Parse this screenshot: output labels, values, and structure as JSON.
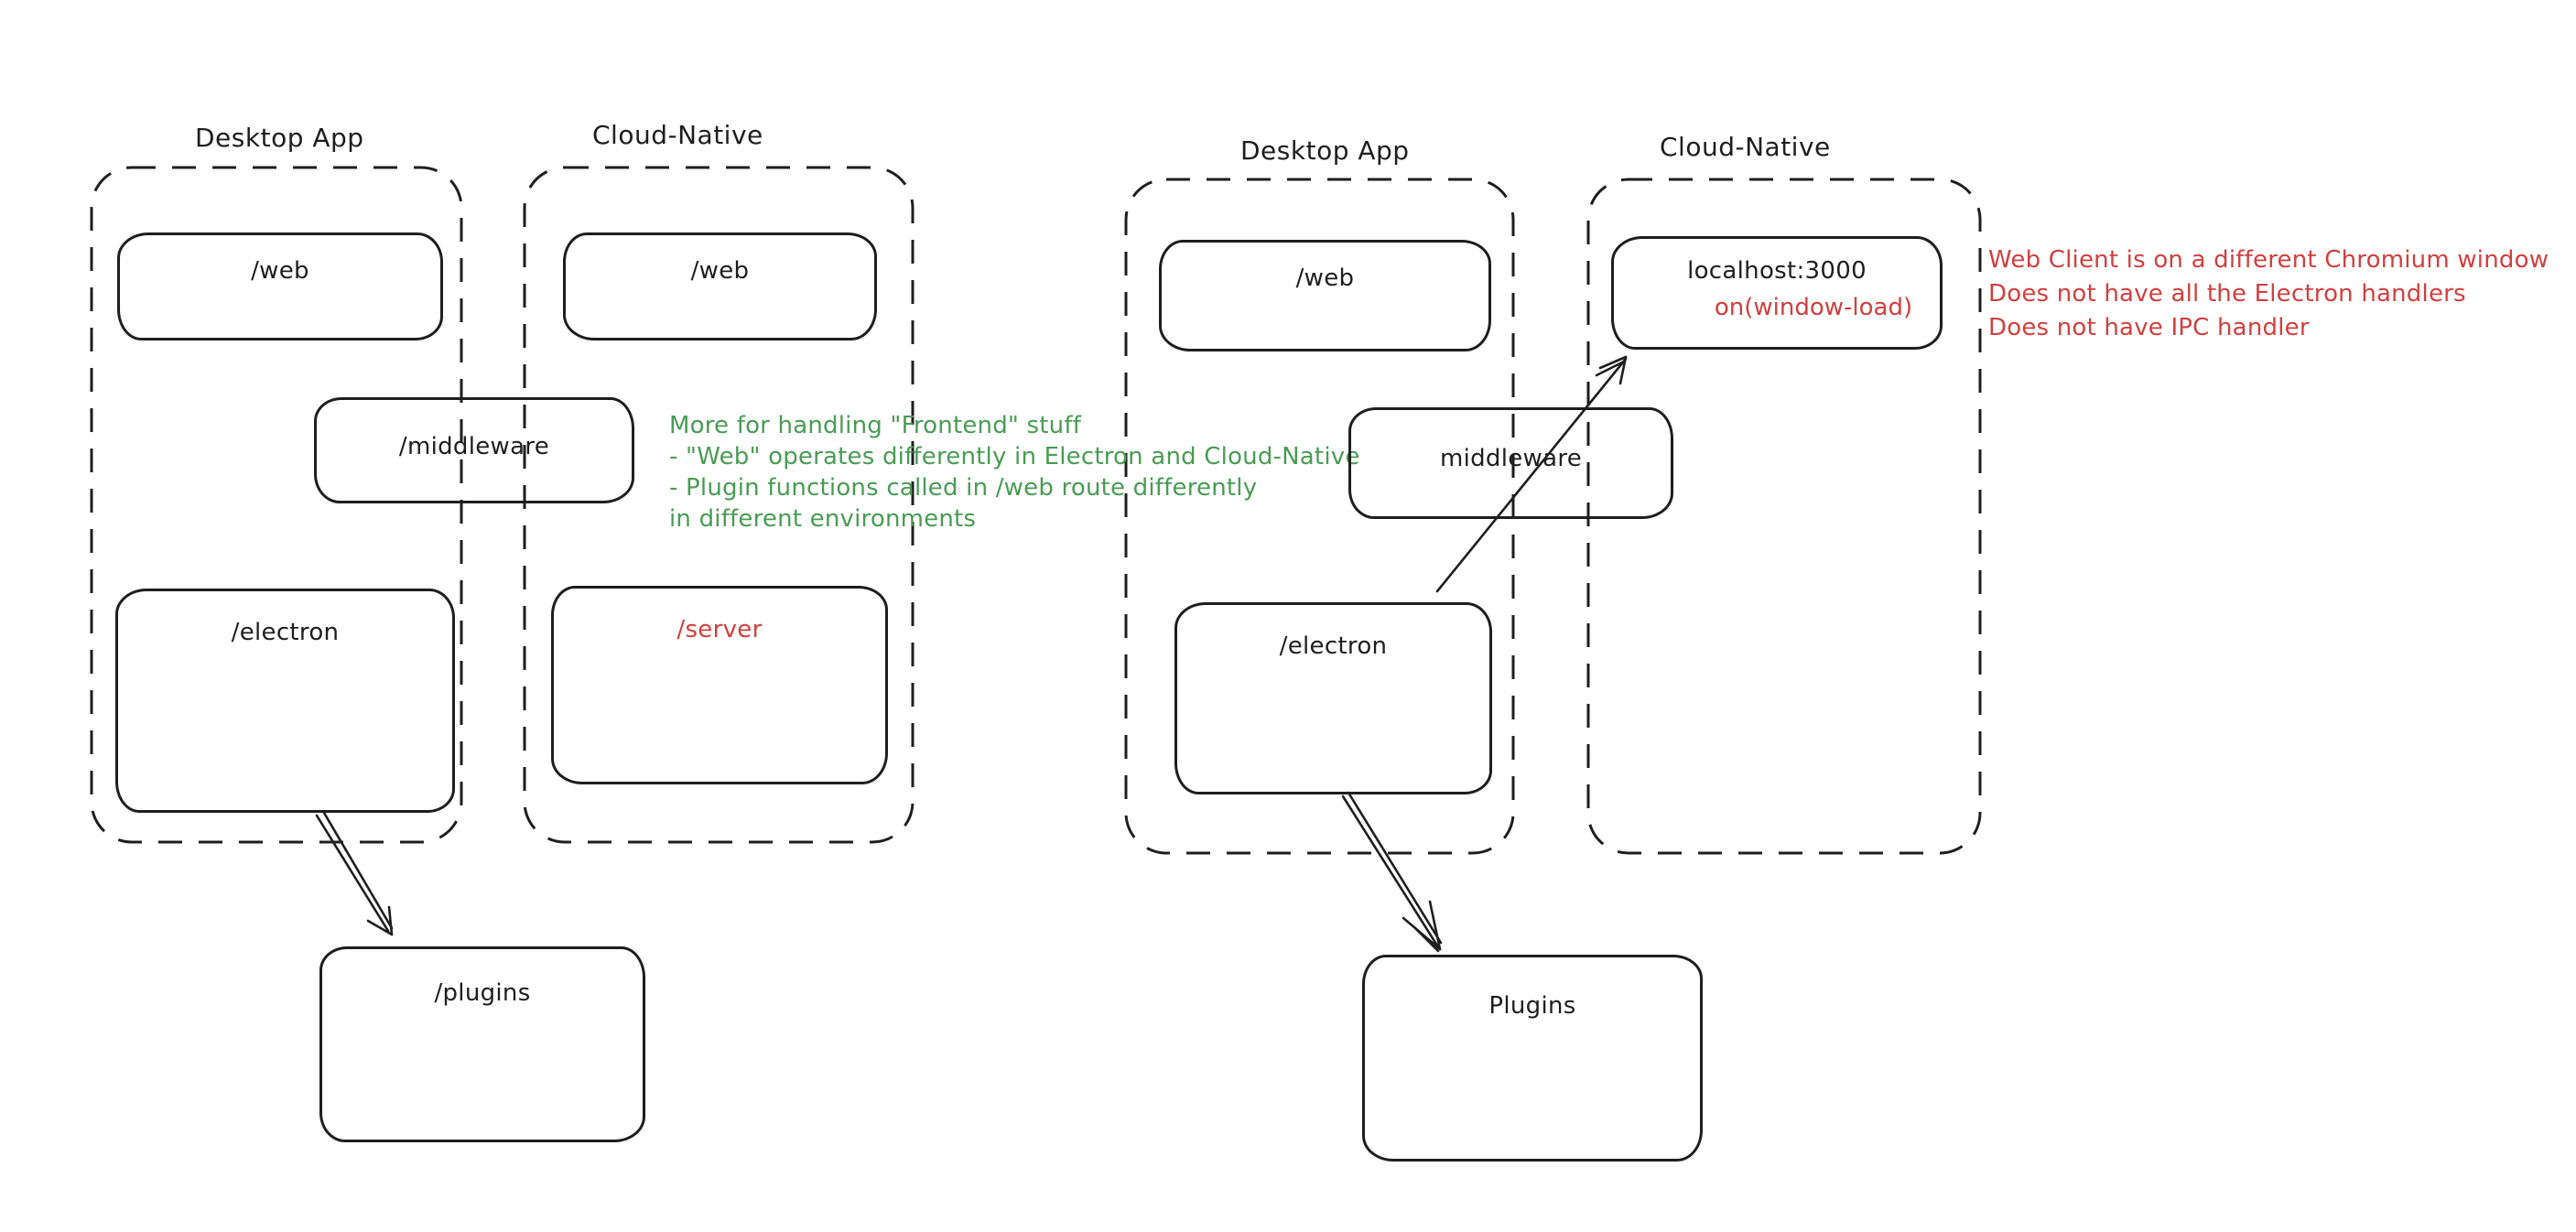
{
  "colors": {
    "stroke": "#1e1e1e",
    "green": "#4a9b54",
    "red": "#cf4040",
    "background": "#ffffff"
  },
  "left": {
    "desktop_title": "Desktop App",
    "cloud_title": "Cloud-Native",
    "web": "/web",
    "cloud_web": "/web",
    "middleware": "/middleware",
    "electron": "/electron",
    "server": "/server",
    "plugins": "/plugins",
    "note": [
      "More for handling \"Frontend\" stuff",
      "- \"Web\" operates differently in Electron and Cloud-Native",
      "- Plugin functions called in /web route differently",
      "in different environments"
    ]
  },
  "right": {
    "desktop_title": "Desktop App",
    "cloud_title": "Cloud-Native",
    "web": "/web",
    "localhost": "localhost:3000",
    "window_load": "on(window-load)",
    "middleware": "middleware",
    "electron": "/electron",
    "plugins": "Plugins",
    "note": [
      "Web Client is on a different Chromium window",
      "Does not have all the Electron handlers",
      "Does not have IPC handler"
    ]
  }
}
